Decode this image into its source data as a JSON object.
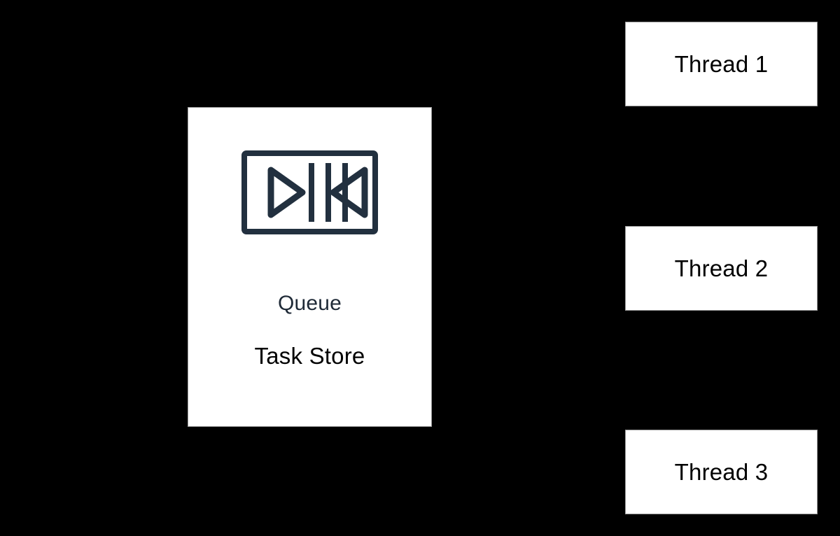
{
  "diagram": {
    "background_color": "#000000",
    "node_fill_color": "#FFFFFF",
    "node_border_color": "#9a9a9a",
    "accent_color": "#1F2A37",
    "text_color": "#000000",
    "queue_node": {
      "icon_name": "queue-icon",
      "queue_label": "Queue",
      "store_label": "Task Store"
    },
    "threads": [
      {
        "label": "Thread 1"
      },
      {
        "label": "Thread 2"
      },
      {
        "label": "Thread 3"
      }
    ]
  }
}
